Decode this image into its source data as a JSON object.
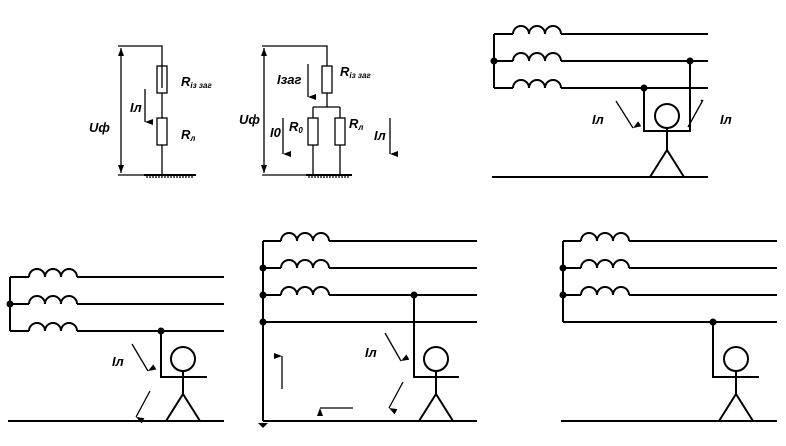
{
  "diagram": {
    "type": "electrical-safety-schematics",
    "stroke_color": "#000000",
    "background_color": "#ffffff",
    "panels": [
      {
        "id": "equivalent-circuit-1",
        "labels": {
          "voltage": "Uф",
          "current": "Iл",
          "r_insulation_main": "R",
          "r_insulation_sub": "із заг",
          "r_person_main": "R",
          "r_person_sub": "л"
        }
      },
      {
        "id": "equivalent-circuit-2",
        "labels": {
          "voltage": "Uф",
          "current_total": "Iзаг",
          "current_ground": "I0",
          "current_person": "Iл",
          "r_insulation_main": "R",
          "r_insulation_sub": "із заг",
          "r_ground_main": "R",
          "r_ground_sub": "0",
          "r_person_main": "R",
          "r_person_sub": "л"
        }
      },
      {
        "id": "two-phase-touch",
        "labels": {
          "current_left": "Iл",
          "current_right": "Iл"
        }
      },
      {
        "id": "single-phase-isolated-neutral",
        "labels": {
          "current": "Iл"
        }
      },
      {
        "id": "single-phase-grounded-neutral",
        "labels": {
          "current": "Iл"
        }
      },
      {
        "id": "neutral-wire-touch",
        "labels": {}
      }
    ]
  }
}
